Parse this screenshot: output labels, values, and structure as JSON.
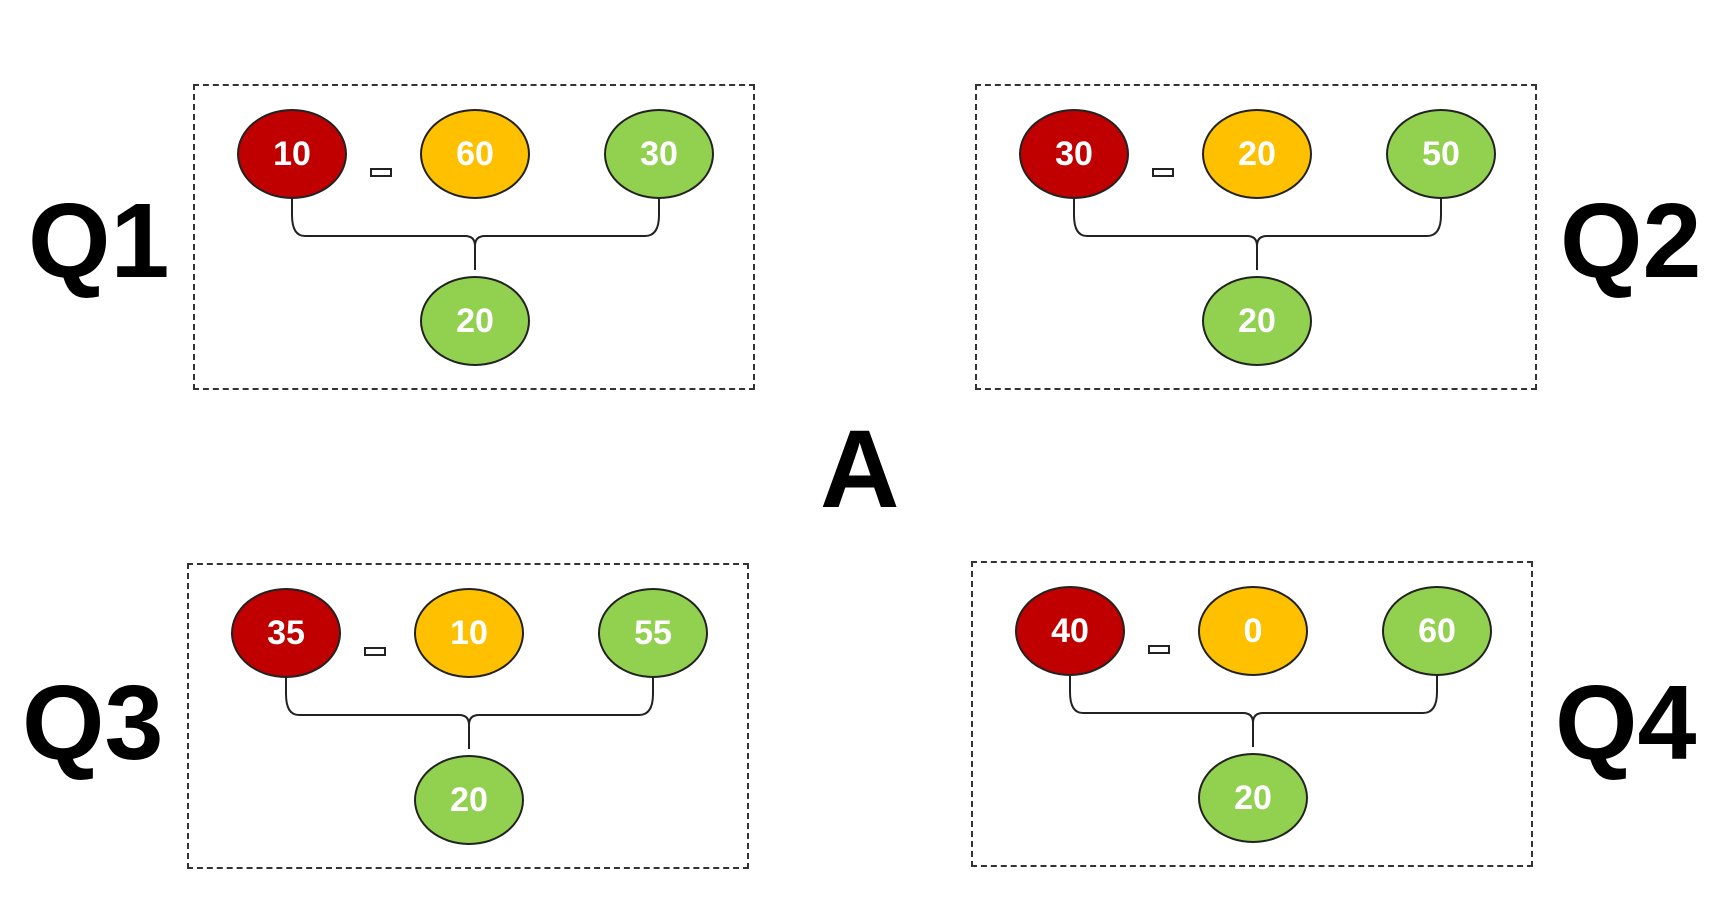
{
  "colors": {
    "red": "#c00000",
    "yellow": "#ffc000",
    "green": "#92d050"
  },
  "center_label": "A",
  "panels": [
    {
      "label": "Q1",
      "top": "10",
      "middle": "60",
      "right": "30",
      "bottom": "20"
    },
    {
      "label": "Q2",
      "top": "30",
      "middle": "20",
      "right": "50",
      "bottom": "20"
    },
    {
      "label": "Q3",
      "top": "35",
      "middle": "10",
      "right": "55",
      "bottom": "20"
    },
    {
      "label": "Q4",
      "top": "40",
      "middle": "0",
      "right": "60",
      "bottom": "20"
    }
  ]
}
